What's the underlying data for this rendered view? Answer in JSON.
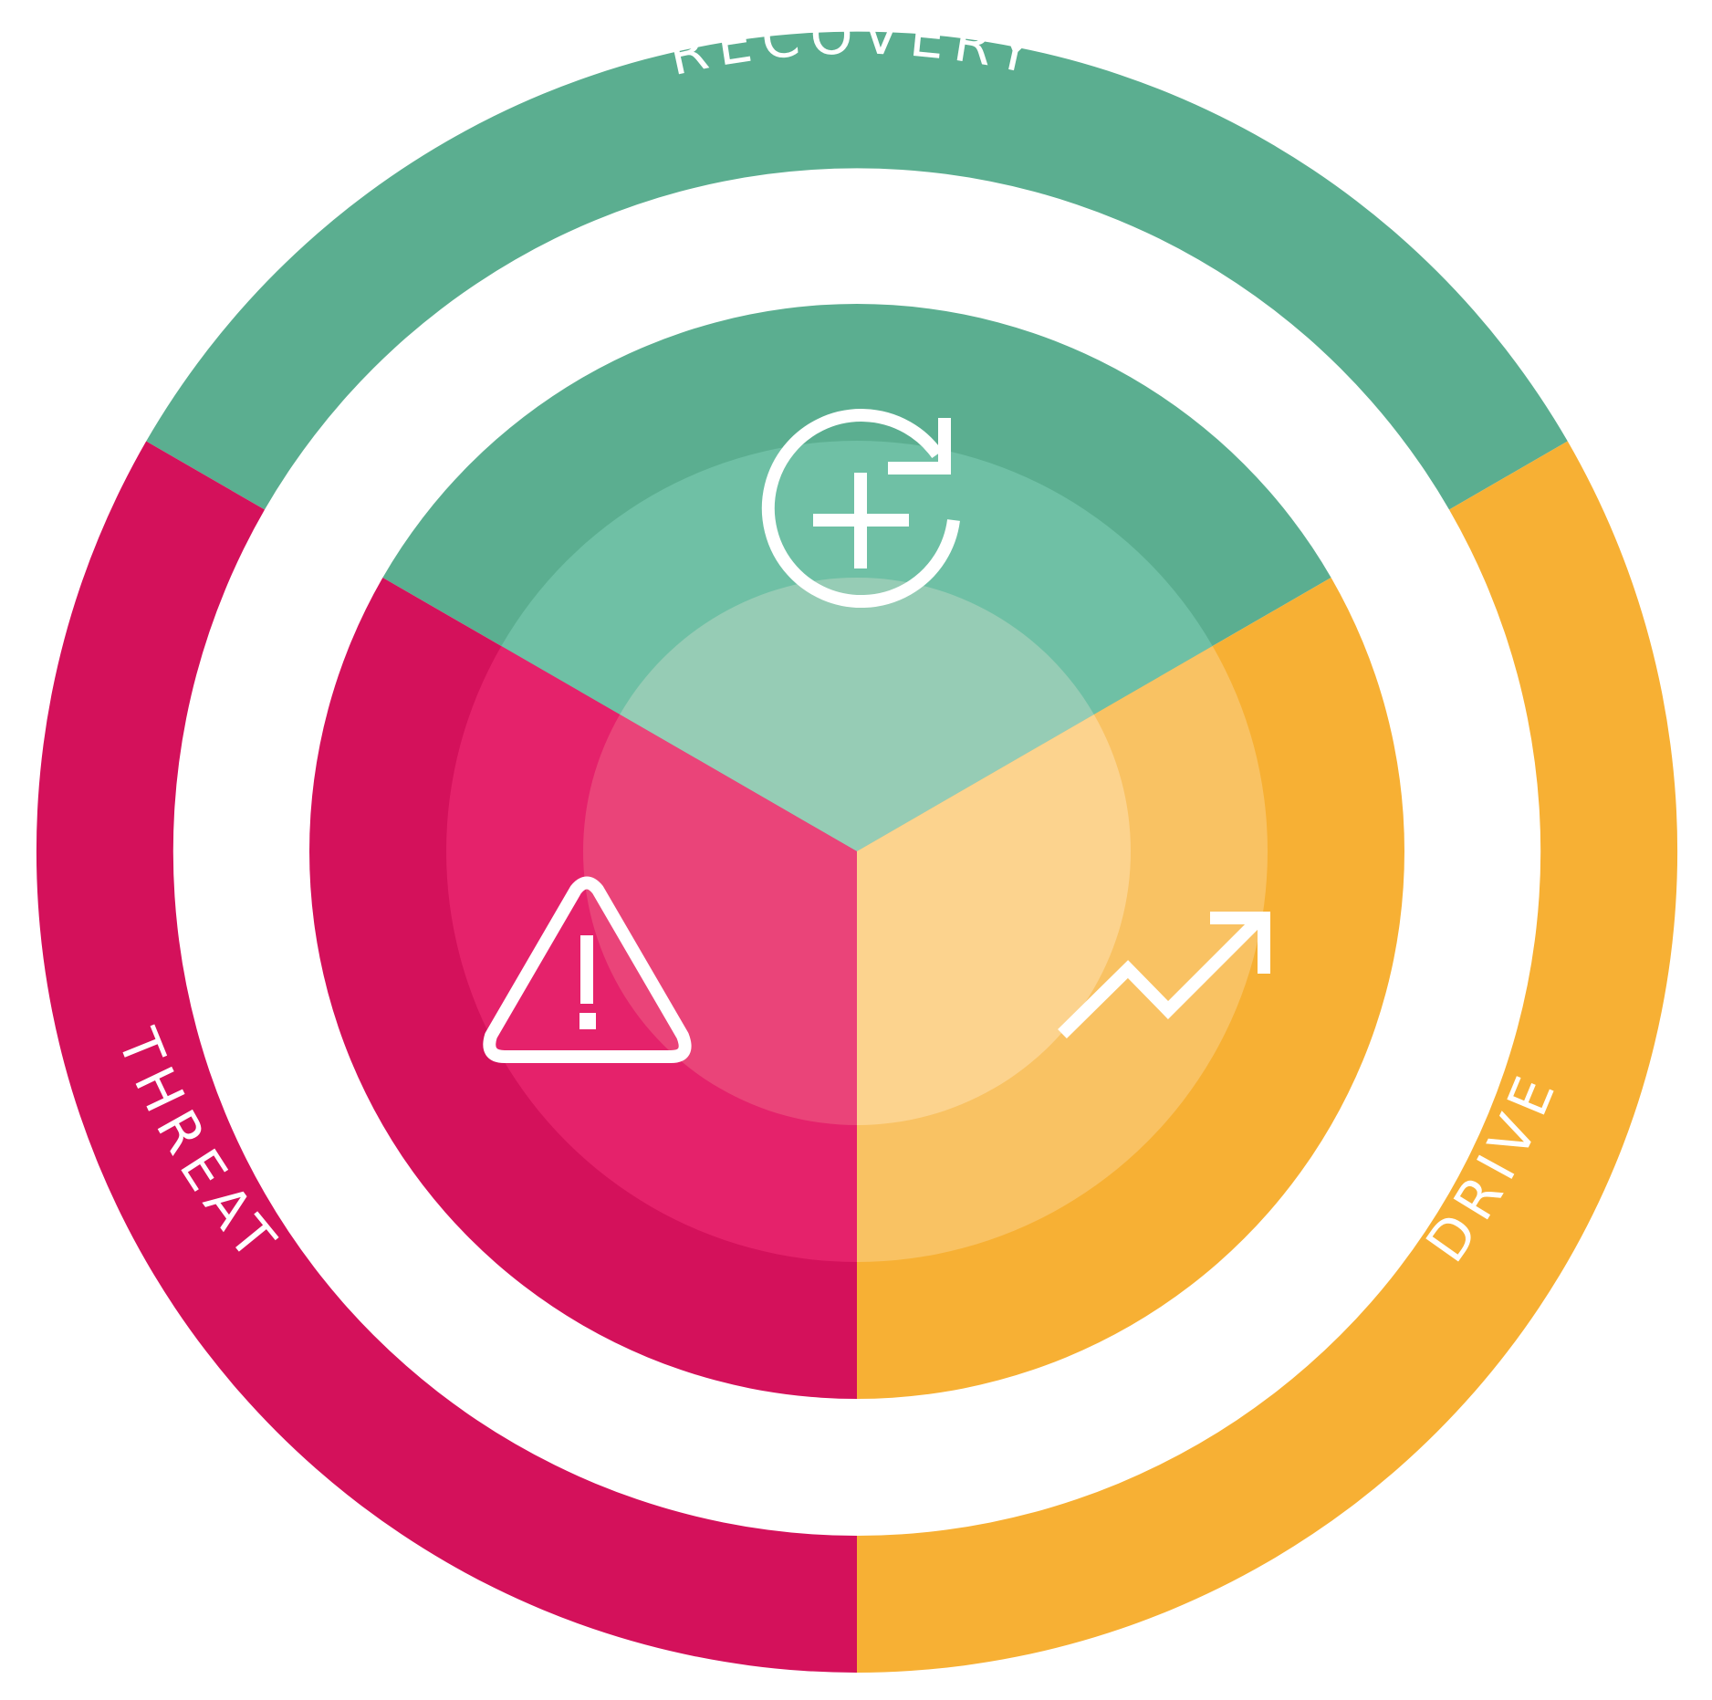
{
  "segments": [
    {
      "id": "recovery",
      "label": "RECOVERY",
      "icon": "refresh-plus-icon",
      "colors": [
        "#5BAE90",
        "#6FC0A5",
        "#96CCB5"
      ]
    },
    {
      "id": "drive",
      "label": "DRIVE",
      "icon": "trend-up-arrow-icon",
      "colors": [
        "#F7B034",
        "#F9C263",
        "#FCD38E"
      ]
    },
    {
      "id": "threat",
      "label": "THREAT",
      "icon": "warning-triangle-icon",
      "colors": [
        "#D4115B",
        "#E5226B",
        "#EA4479"
      ]
    }
  ],
  "background_color": "#FFFFFF"
}
